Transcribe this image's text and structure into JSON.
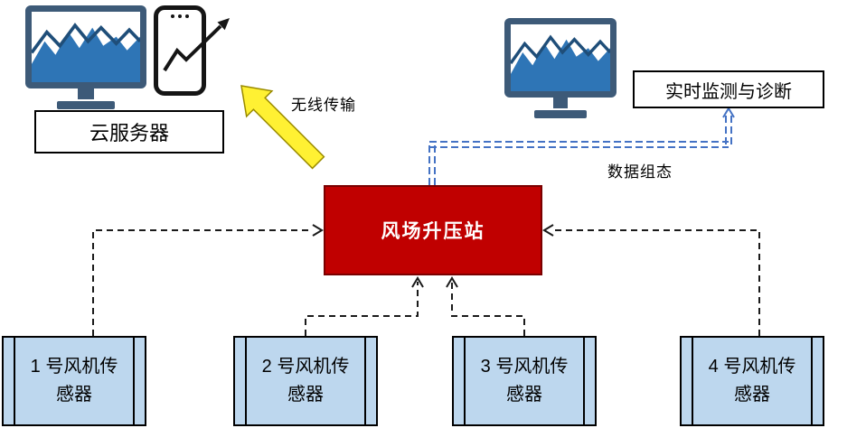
{
  "diagram": {
    "cloud_server_label": "云服务器",
    "wireless_label": "无线传输",
    "monitoring_label": "实时监测与诊断",
    "booster_label": "风场升压站",
    "data_config_label": "数据组态",
    "sensors": [
      {
        "line1": "1 号风机传",
        "line2": "感器"
      },
      {
        "line1": "2 号风机传",
        "line2": "感器"
      },
      {
        "line1": "3 号风机传",
        "line2": "感器"
      },
      {
        "line1": "4 号风机传",
        "line2": "感器"
      }
    ],
    "icons": {
      "monitor-chart-icon": "desktop monitor showing blue area/line chart",
      "smartphone-trend-icon": "smartphone with rising zigzag trend arrow",
      "yellow-arrow-icon": "thick yellow arrow pointing up-left"
    },
    "colors": {
      "booster_fill": "#C00000",
      "sensor_fill": "#BDD7EE",
      "connector_blue": "#4472C4",
      "monitor_frame": "#3D5A78",
      "chart_blue": "#2E75B6",
      "arrow_yellow": "#FFF133"
    }
  }
}
